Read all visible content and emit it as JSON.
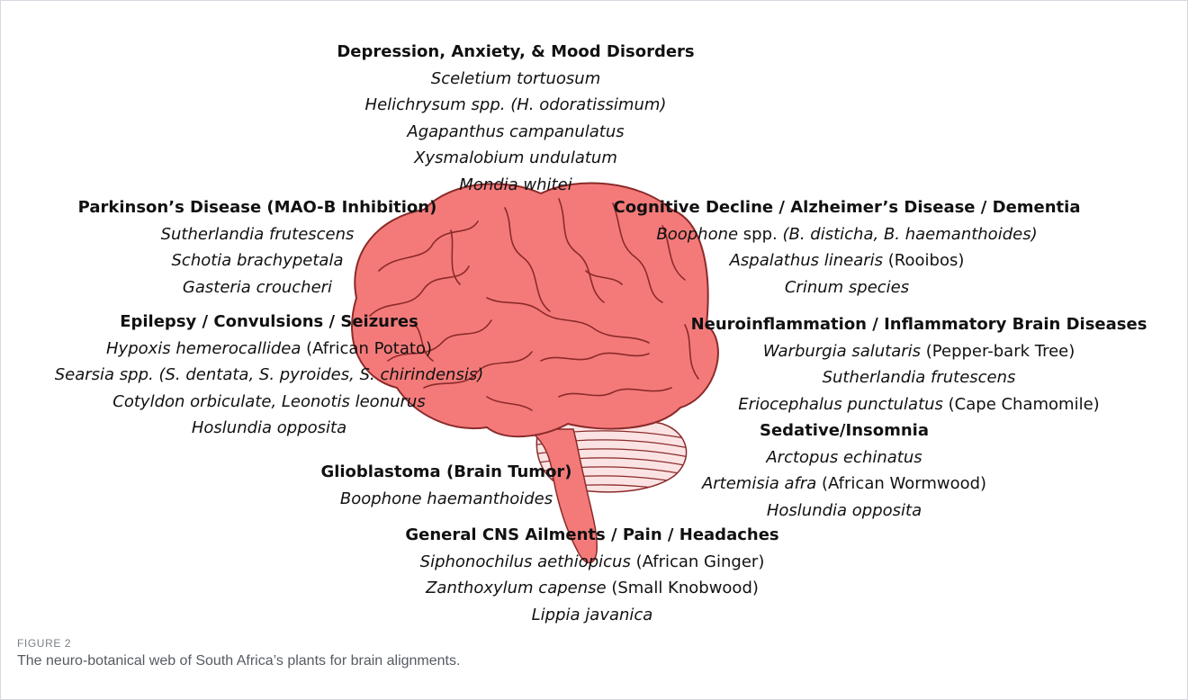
{
  "groups": [
    {
      "id": "depression",
      "heading": "Depression, Anxiety, & Mood Disorders",
      "lines": [
        {
          "italic": "Sceletium tortuosum",
          "normal": ""
        },
        {
          "italic": "Helichrysum spp. (H. odoratissimum)",
          "normal": ""
        },
        {
          "italic": "Agapanthus campanulatus",
          "normal": ""
        },
        {
          "italic": "Xysmalobium undulatum",
          "normal": ""
        },
        {
          "italic": "Mondia whitei",
          "normal": ""
        }
      ]
    },
    {
      "id": "parkinsons",
      "heading": "Parkinson’s Disease (MAO-B Inhibition)",
      "lines": [
        {
          "italic": "Sutherlandia frutescens",
          "normal": ""
        },
        {
          "italic": "Schotia brachypetala",
          "normal": ""
        },
        {
          "italic": "Gasteria croucheri",
          "normal": ""
        }
      ]
    },
    {
      "id": "cognitive",
      "heading": "Cognitive Decline / Alzheimer’s Disease / Dementia",
      "lines": [
        {
          "italic": "Boophone",
          "normal": " spp.",
          "italic2": " (B. disticha, B. haemanthoides)"
        },
        {
          "italic": "Aspalathus linearis",
          "normal": " (Rooibos)"
        },
        {
          "italic": "Crinum species",
          "normal": ""
        }
      ]
    },
    {
      "id": "epilepsy",
      "heading": "Epilepsy / Convulsions / Seizures",
      "lines": [
        {
          "italic": "Hypoxis hemerocallidea",
          "normal": " (African Potato)"
        },
        {
          "italic": "Searsia spp. (S. dentata, S. pyroides, S. chirindensis)",
          "normal": ""
        },
        {
          "italic": "Cotyldon orbiculate, Leonotis leonurus",
          "normal": ""
        },
        {
          "italic": "Hoslundia opposita",
          "normal": ""
        }
      ]
    },
    {
      "id": "neuroinflammation",
      "heading": "Neuroinflammation / Inflammatory Brain Diseases",
      "lines": [
        {
          "italic": "Warburgia salutaris",
          "normal": " (Pepper-bark Tree)"
        },
        {
          "italic": "Sutherlandia frutescens",
          "normal": ""
        },
        {
          "italic": "Eriocephalus punctulatus",
          "normal": " (Cape Chamomile)"
        }
      ]
    },
    {
      "id": "sedative",
      "heading": "Sedative/Insomnia",
      "lines": [
        {
          "italic": "Arctopus echinatus",
          "normal": ""
        },
        {
          "italic": "Artemisia afra",
          "normal": " (African Wormwood)"
        },
        {
          "italic": "Hoslundia opposita",
          "normal": ""
        }
      ]
    },
    {
      "id": "glioblastoma",
      "heading": "Glioblastoma (Brain Tumor)",
      "lines": [
        {
          "italic": "Boophone haemanthoides",
          "normal": ""
        }
      ]
    },
    {
      "id": "general",
      "heading": "General CNS Ailments / Pain / Headaches",
      "lines": [
        {
          "italic": "Siphonochilus aethiopicus",
          "normal": " (African Ginger)"
        },
        {
          "italic": "Zanthoxylum capense",
          "normal": " (Small Knobwood)"
        },
        {
          "italic": "Lippia javanica",
          "normal": ""
        }
      ]
    }
  ],
  "caption": {
    "label": "FIGURE 2",
    "text": "The neuro-botanical web of South Africa’s plants for brain alignments."
  },
  "colors": {
    "brain_fill": "#f47a7a",
    "brain_outline": "#8c2a2a",
    "cerebellum_fill": "#fbe3e3"
  },
  "icons": {
    "brain": "brain-illustration"
  }
}
